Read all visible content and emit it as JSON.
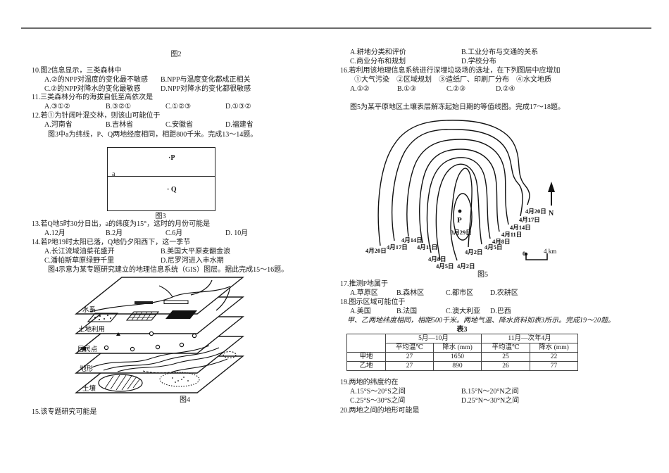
{
  "left": {
    "fig2_caption": "图2",
    "q10_stem": "10.图2信息显示，三类森林中",
    "q10_opts": [
      "A.②的NPP对温度的变化最不敏感",
      "B.NPP与温度变化都成正相关",
      "C.②的NPP对降水的变化最敏感",
      "D.NPP对降水的变化都很敏感"
    ],
    "q11_stem": "11.三类森林分布的海拔自低至高依次是",
    "q11_opts": [
      "A.③①②",
      "B.③②①",
      "C.①②③",
      "D.①③②"
    ],
    "q12_stem": "12.若①为针阔叶混交林，则该山可能位于",
    "q12_opts": [
      "A.河南省",
      "B.吉林省",
      "C.安徽省",
      "D.福建省"
    ],
    "fig3_intro": "图3中a为纬线，P、Q两地经度相同，相距800千米。完成13～14题。",
    "fig3": {
      "line_label": "a",
      "point_p": "·P",
      "point_q": "· Q",
      "caption": "图3"
    },
    "q13_stem": "13.若Q地5时30分日出，a的纬度为15°，这时的月份可能是",
    "q13_opts": [
      "A.12月",
      "B.2月",
      "C.6月",
      "D. 10月"
    ],
    "q14_stem": "14.若P地19时太阳已落，Q地仍夕阳西下，这一季节",
    "q14_opts": [
      "A.长江流域油菜花盛开",
      "B.美国大平原麦翻金浪",
      "C.潘帕斯草原绿野千里",
      "D.尼罗河进入丰水期"
    ],
    "fig4_intro": "图4示意为某专题研究建立的地理信息系统（GIS）图层。据此完成15～16题。",
    "fig4": {
      "layers": [
        "水系",
        "土地利用",
        "居民点",
        "地形",
        "土壤"
      ],
      "caption": "图4"
    },
    "q15_stem": "15.该专题研究可能是"
  },
  "right": {
    "q15_opts": [
      "A.耕地分类和评价",
      "B.工业分布与交通的关系",
      "C.商业分布和规划",
      "D.学校分布"
    ],
    "q16_stem": "16.若利用该地理信息系统进行深埋垃圾场的选址，在下列图层中应增加",
    "q16_items": "①大气污染　②区域规划　③造纸厂、印刷厂分布　④水文地质",
    "q16_opts": [
      "A.①②",
      "B.①③",
      "C.②③",
      "D.②④"
    ],
    "fig5_intro": "图5为某平原地区土壤表层解冻起始日期的等值线图。完成17～18题。",
    "fig5": {
      "left_labels": [
        "4月20日",
        "4月17日",
        "4月14日",
        "4月11日",
        "4月8日",
        "4月5日",
        "4月2日"
      ],
      "right_labels": [
        "4月2日",
        "4月5日",
        "4月8日",
        "4月11日",
        "4月14日",
        "4月17日",
        "4月20日"
      ],
      "center_label": "3月29日",
      "point_label": "P",
      "north_label": "N",
      "scale_zero": "0",
      "scale_end": "4 km",
      "caption": "图5"
    },
    "q17_stem": "17.推测P地属于",
    "q17_opts": [
      "A.草原区",
      "B.森林区",
      "C.都市区",
      "D.农耕区"
    ],
    "q18_stem": "18.图示区域可能位于",
    "q18_opts": [
      "A.美国",
      "B.法国",
      "C.澳大利亚",
      "D.巴西"
    ],
    "table_intro": "甲、乙两地纬度相同，相距500千米。两地气温、降水资料如表3所示。完成19～20题。",
    "table": {
      "caption": "表3",
      "period_headers": [
        "5月—10月",
        "11月—次年4月"
      ],
      "sub_headers": [
        "平均温℃",
        "降水 (mm)",
        "平均温℃",
        "降水 (mm)"
      ],
      "rows": [
        {
          "name": "甲地",
          "values": [
            "27",
            "1650",
            "25",
            "22"
          ]
        },
        {
          "name": "乙地",
          "values": [
            "27",
            "890",
            "26",
            "77"
          ]
        }
      ]
    },
    "q19_stem": "19.两地的纬度约在",
    "q19_opts": [
      "A.15°S～20°S之间",
      "B.15°N～20°N之间",
      "C.25°S～30°S之间",
      "D.25°N～30°N之间"
    ],
    "q20_stem": "20.两地之间的地形可能是"
  }
}
